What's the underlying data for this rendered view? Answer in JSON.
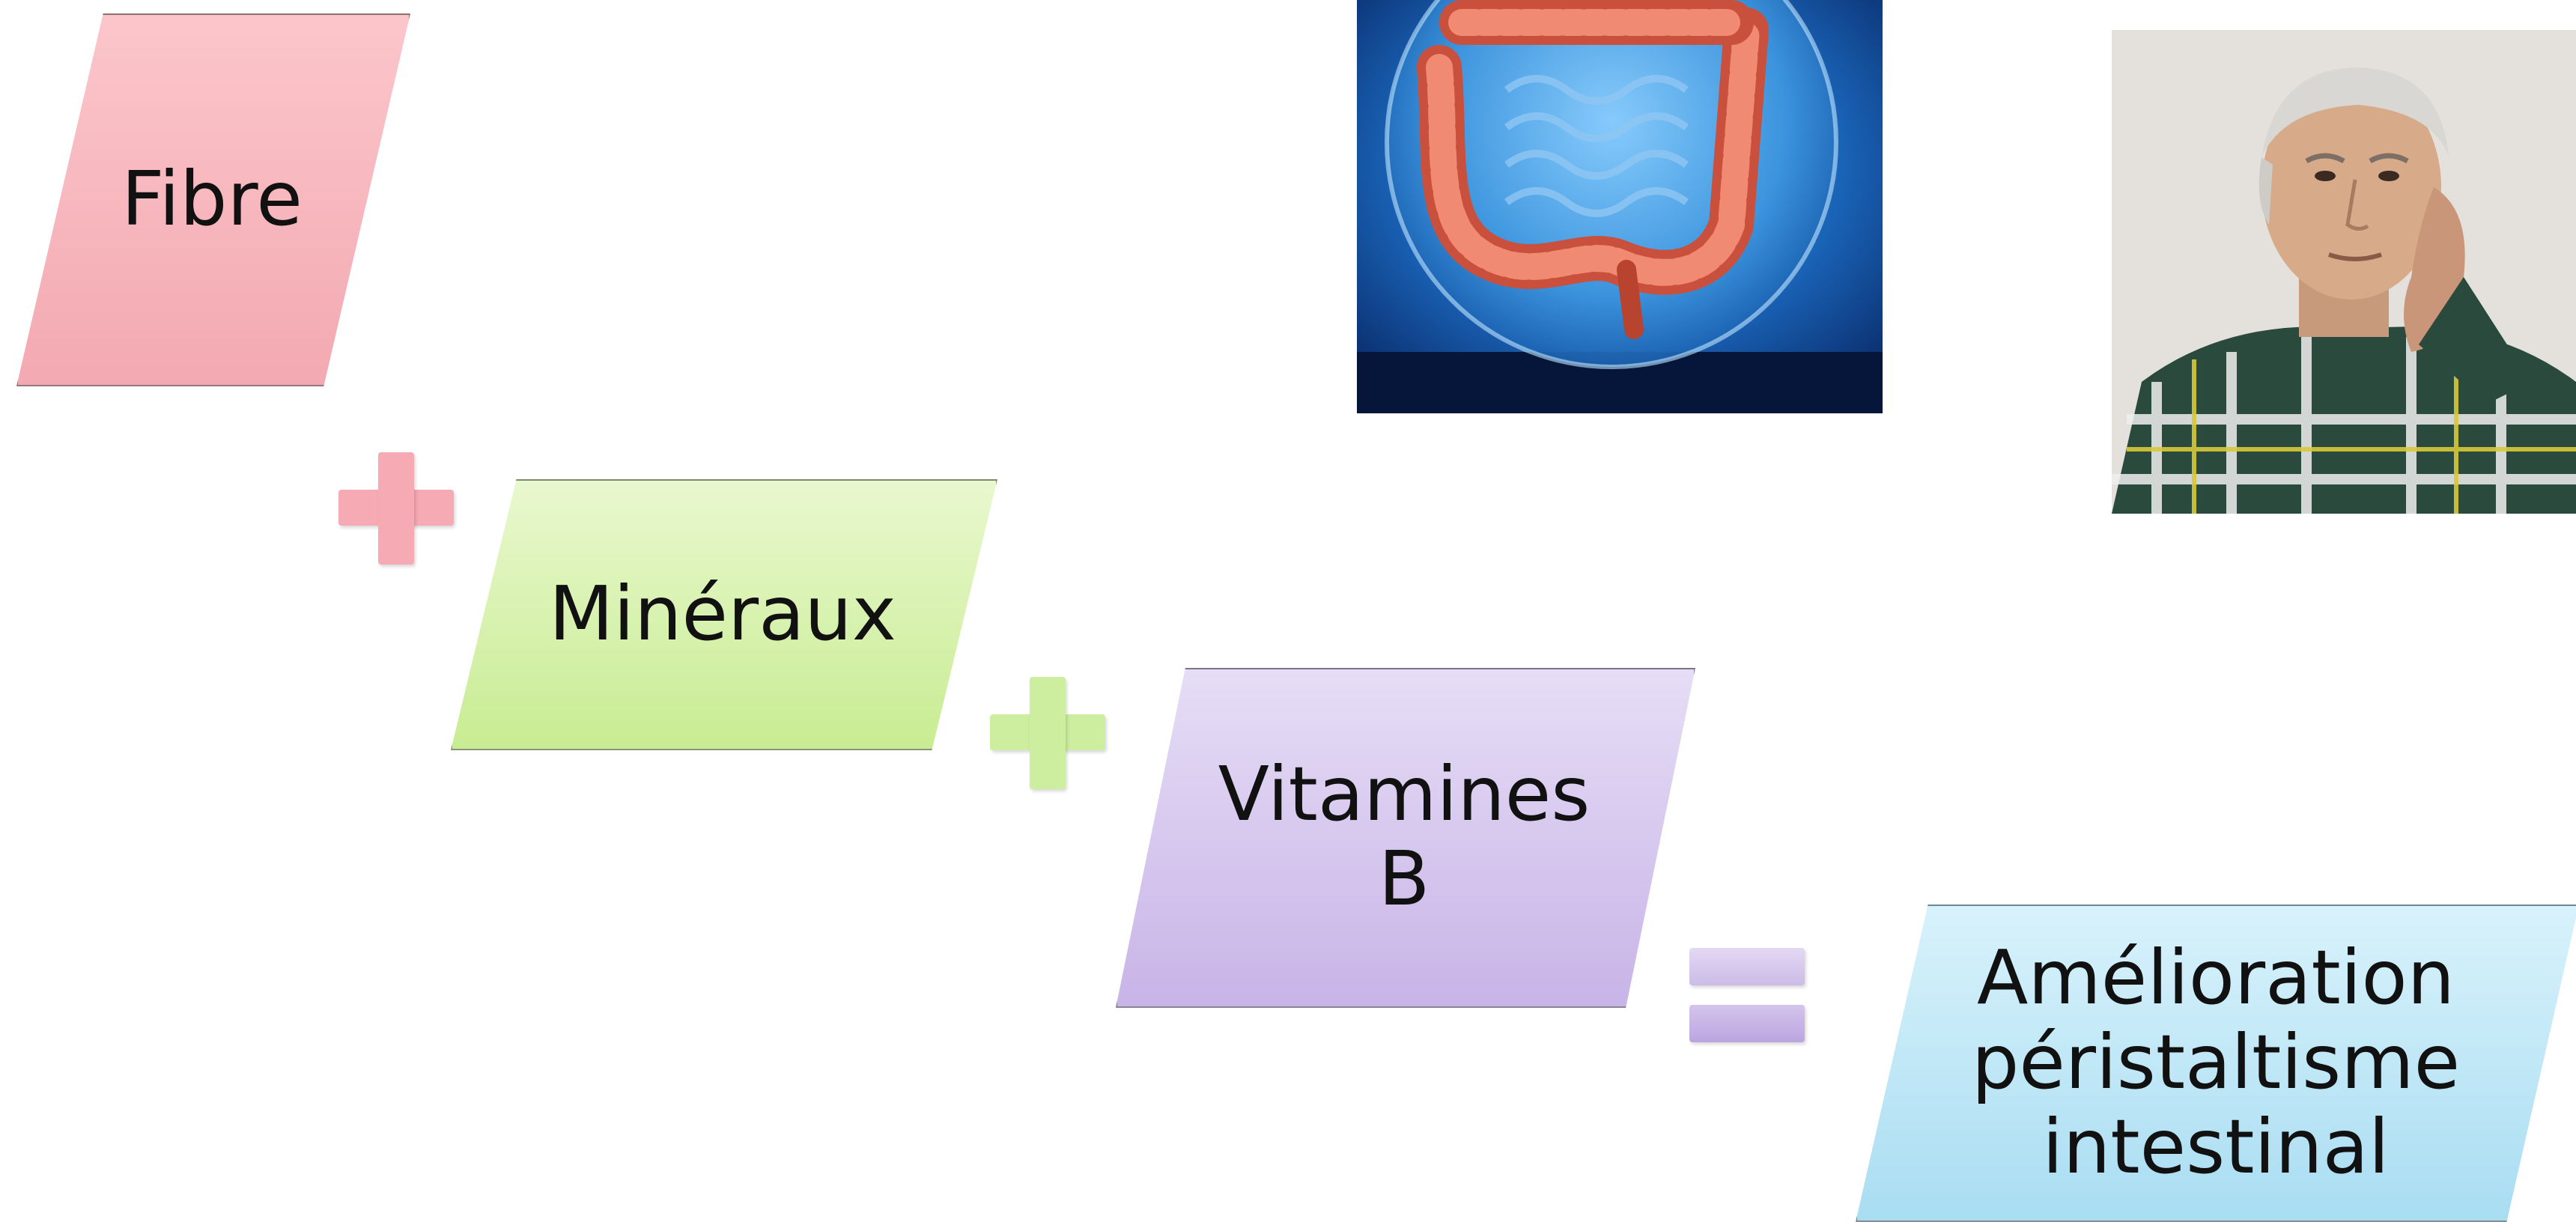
{
  "boxes": [
    {
      "label": "Fibre",
      "color": "#f7b3ba"
    },
    {
      "label": "Minéraux",
      "color": "#d3f0a6"
    },
    {
      "label": "Vitamines\nB",
      "color": "#d1c0ea"
    },
    {
      "label": "Amélioration\npéristaltisme\nintestinal",
      "color": "#b5e3f4"
    }
  ],
  "operators": [
    {
      "symbol": "plus",
      "color": "#f3a9b3"
    },
    {
      "symbol": "plus",
      "color": "#c9eb9a"
    },
    {
      "symbol": "equals",
      "color": "#cbb8e6"
    }
  ],
  "images": [
    {
      "icon": "intestine-illustration"
    },
    {
      "icon": "elderly-man-photo"
    }
  ]
}
